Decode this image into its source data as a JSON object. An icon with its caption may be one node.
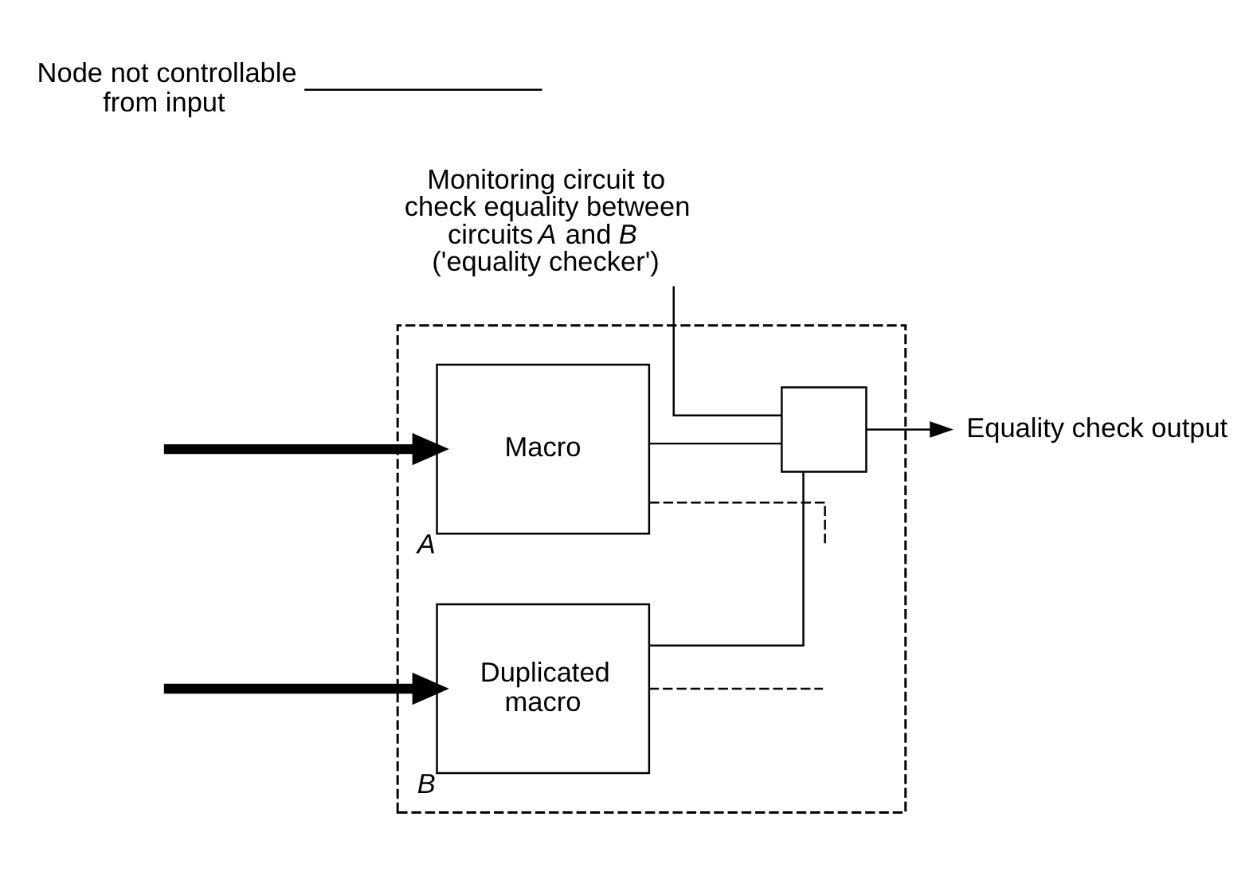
{
  "diagram": {
    "nodes": [
      {
        "text": [],
        "shape": "box"
      },
      {
        "text": [
          "Macro"
        ],
        "beside": [
          "A"
        ],
        "in": 0
      },
      {
        "text": [
          "Duplicated macro"
        ],
        "beside": [
          "B"
        ],
        "in": 0
      },
      {
        "text": [],
        "shape": "box",
        "in": 0
      },
      {
        "text": [
          "Monitoring circuit to check equality between circuits *A* and *B* ('equality checker')"
        ]
      },
      {
        "text": [
          "Equality check output"
        ]
      },
      {
        "text": [
          "Node not controllable from input"
        ]
      }
    ],
    "edges": [
      {
        "from": null,
        "to": 1,
        "arrow": "to",
        "style": "thick"
      },
      {
        "from": null,
        "to": 2,
        "arrow": "to",
        "style": "thick"
      },
      {
        "from": 1,
        "to": 3,
        "arrow": "none"
      },
      {
        "from": 2,
        "to": 3,
        "arrow": "none"
      },
      {
        "from": 1,
        "to": null,
        "arrow": "none",
        "style": "dashed"
      },
      {
        "from": 2,
        "to": null,
        "arrow": "none",
        "style": "dashed"
      },
      {
        "from": 3,
        "to": 5,
        "arrow": "to"
      },
      {
        "from": 4,
        "to": 3,
        "arrow": "none"
      },
      {
        "from": 6,
        "to": null,
        "arrow": "none"
      }
    ]
  }
}
